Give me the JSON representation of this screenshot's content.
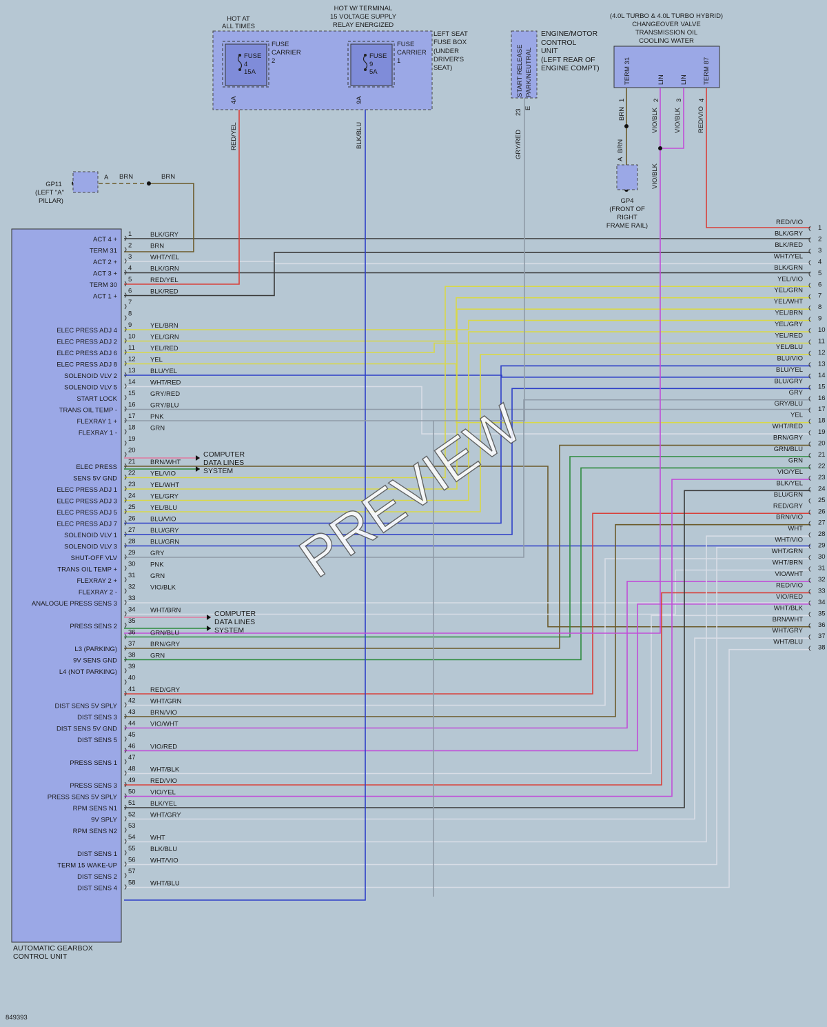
{
  "colors": {
    "background": "#b6c7d3",
    "box_fill": "#9ba8e6",
    "box_stroke": "#333333",
    "wire_colors": {
      "BLK": "#3a3a3a",
      "BRN": "#6b5a2a",
      "RED": "#d8403a",
      "WHT": "#d8dde6",
      "YEL": "#d8d84a",
      "GRN": "#2e8b3e",
      "BLU": "#2d3fc8",
      "VIO": "#c04ed8",
      "GRY": "#8f9ba8",
      "PNK": "#e07aa0"
    }
  },
  "top": {
    "hot_at_all_times": [
      "HOT AT",
      "ALL TIMES"
    ],
    "hot_w_terminal": [
      "HOT W/ TERMINAL",
      "15 VOLTAGE SUPPLY",
      "RELAY ENERGIZED"
    ],
    "fuse_box_label": [
      "LEFT SEAT",
      "FUSE BOX",
      "(UNDER",
      "DRIVER'S",
      "SEAT)"
    ],
    "fuse1": [
      "FUSE",
      "4",
      "15A"
    ],
    "fuse1_carrier": [
      "FUSE",
      "CARRIER",
      "2"
    ],
    "fuse2": [
      "FUSE",
      "9",
      "5A"
    ],
    "fuse2_carrier": [
      "FUSE",
      "CARRIER",
      "1"
    ],
    "fuse1_pin": "4A",
    "fuse2_pin": "9A",
    "fuse1_wire": "RED/YEL",
    "fuse2_wire": "BLK/BLU",
    "ecu_label": [
      "ENGINE/MOTOR",
      "CONTROL",
      "UNIT",
      "(LEFT REAR OF",
      "ENGINE COMPT)"
    ],
    "ecu_pin_text": [
      "START RELEASE",
      "PARK/NEUTRAL"
    ],
    "ecu_pin_num": "23",
    "ecu_pin_letter": "E",
    "ecu_wire": "GRY/RED",
    "valve_label": [
      "(4.0L TURBO & 4.0L TURBO HYBRID)",
      "CHANGEOVER VALVE",
      "TRANSMISSION OIL",
      "COOLING WATER"
    ],
    "valve_pins": [
      "TERM 31",
      "LIN",
      "LIN",
      "TERM 87"
    ],
    "valve_pin_nums": [
      "1",
      "2",
      "3",
      "4"
    ],
    "valve_wires": [
      "BRN",
      "VIO/BLK",
      "VIO/BLK",
      "RED/VIO"
    ],
    "valve_lower_wire": "VIO/BLK",
    "gp4_wire": "BRN",
    "gp4_letter": "A",
    "gp4": [
      "GP4",
      "(FRONT OF",
      "RIGHT",
      "FRAME RAIL)"
    ],
    "gp11": [
      "GP11",
      "(LEFT \"A\"",
      "PILLAR)"
    ],
    "gp11_letter": "A",
    "gp11_wire_a": "BRN",
    "gp11_wire_b": "BRN"
  },
  "tcu": {
    "name": [
      "AUTOMATIC GEARBOX",
      "CONTROL UNIT"
    ],
    "pins": [
      {
        "n": "1",
        "sig": "ACT 4 +",
        "wire": "BLK/GRY"
      },
      {
        "n": "2",
        "sig": "TERM 31",
        "wire": "BRN"
      },
      {
        "n": "3",
        "sig": "ACT 2 +",
        "wire": "WHT/YEL"
      },
      {
        "n": "4",
        "sig": "ACT 3 +",
        "wire": "BLK/GRN"
      },
      {
        "n": "5",
        "sig": "TERM 30",
        "wire": "RED/YEL"
      },
      {
        "n": "6",
        "sig": "ACT 1 +",
        "wire": "BLK/RED"
      },
      {
        "n": "7",
        "sig": "",
        "wire": ""
      },
      {
        "n": "8",
        "sig": "",
        "wire": ""
      },
      {
        "n": "9",
        "sig": "ELEC PRESS ADJ 4",
        "wire": "YEL/BRN"
      },
      {
        "n": "10",
        "sig": "ELEC PRESS ADJ 2",
        "wire": "YEL/GRN"
      },
      {
        "n": "11",
        "sig": "ELEC PRESS ADJ 6",
        "wire": "YEL/RED"
      },
      {
        "n": "12",
        "sig": "ELEC PRESS ADJ 8",
        "wire": "YEL"
      },
      {
        "n": "13",
        "sig": "SOLENOID VLV 2",
        "wire": "BLU/YEL"
      },
      {
        "n": "14",
        "sig": "SOLENOID VLV 5",
        "wire": "WHT/RED"
      },
      {
        "n": "15",
        "sig": "START LOCK",
        "wire": "GRY/RED"
      },
      {
        "n": "16",
        "sig": "TRANS OIL TEMP -",
        "wire": "GRY/BLU"
      },
      {
        "n": "17",
        "sig": "FLEXRAY 1 +",
        "wire": "PNK"
      },
      {
        "n": "18",
        "sig": "FLEXRAY 1 -",
        "wire": "GRN"
      },
      {
        "n": "19",
        "sig": "",
        "wire": ""
      },
      {
        "n": "20",
        "sig": "",
        "wire": ""
      },
      {
        "n": "21",
        "sig": "ELEC PRESS",
        "wire": "BRN/WHT"
      },
      {
        "n": "22",
        "sig": "SENS 5V GND",
        "wire": "YEL/VIO"
      },
      {
        "n": "23",
        "sig": "ELEC PRESS ADJ 1",
        "wire": "YEL/WHT"
      },
      {
        "n": "24",
        "sig": "ELEC PRESS ADJ 3",
        "wire": "YEL/GRY"
      },
      {
        "n": "25",
        "sig": "ELEC PRESS ADJ 5",
        "wire": "YEL/BLU"
      },
      {
        "n": "26",
        "sig": "ELEC PRESS ADJ 7",
        "wire": "BLU/VIO"
      },
      {
        "n": "27",
        "sig": "SOLENOID VLV 1",
        "wire": "BLU/GRY"
      },
      {
        "n": "28",
        "sig": "SOLENOID VLV 3",
        "wire": "BLU/GRN"
      },
      {
        "n": "29",
        "sig": "SHUT-OFF VLV",
        "wire": "GRY"
      },
      {
        "n": "30",
        "sig": "TRANS OIL TEMP +",
        "wire": "PNK"
      },
      {
        "n": "31",
        "sig": "FLEXRAY 2 +",
        "wire": "GRN"
      },
      {
        "n": "32",
        "sig": "FLEXRAY 2 -",
        "wire": "VIO/BLK"
      },
      {
        "n": "33",
        "sig": "ANALOGUE PRESS SENS 3",
        "wire": ""
      },
      {
        "n": "34",
        "sig": "",
        "wire": "WHT/BRN"
      },
      {
        "n": "35",
        "sig": "PRESS SENS 2",
        "wire": ""
      },
      {
        "n": "36",
        "sig": "",
        "wire": "GRN/BLU"
      },
      {
        "n": "37",
        "sig": "L3 (PARKING)",
        "wire": "BRN/GRY"
      },
      {
        "n": "38",
        "sig": "9V SENS GND",
        "wire": "GRN"
      },
      {
        "n": "39",
        "sig": "L4 (NOT PARKING)",
        "wire": ""
      },
      {
        "n": "40",
        "sig": "",
        "wire": ""
      },
      {
        "n": "41",
        "sig": "",
        "wire": "RED/GRY"
      },
      {
        "n": "42",
        "sig": "DIST SENS 5V SPLY",
        "wire": "WHT/GRN"
      },
      {
        "n": "43",
        "sig": "DIST SENS 3",
        "wire": "BRN/VIO"
      },
      {
        "n": "44",
        "sig": "DIST SENS 5V GND",
        "wire": "VIO/WHT"
      },
      {
        "n": "45",
        "sig": "DIST SENS 5",
        "wire": ""
      },
      {
        "n": "46",
        "sig": "",
        "wire": "VIO/RED"
      },
      {
        "n": "47",
        "sig": "PRESS SENS 1",
        "wire": ""
      },
      {
        "n": "48",
        "sig": "",
        "wire": "WHT/BLK"
      },
      {
        "n": "49",
        "sig": "PRESS SENS 3",
        "wire": "RED/VIO"
      },
      {
        "n": "50",
        "sig": "PRESS SENS 5V SPLY",
        "wire": "VIO/YEL"
      },
      {
        "n": "51",
        "sig": "RPM SENS N1",
        "wire": "BLK/YEL"
      },
      {
        "n": "52",
        "sig": "9V SPLY",
        "wire": "WHT/GRY"
      },
      {
        "n": "53",
        "sig": "RPM SENS N2",
        "wire": ""
      },
      {
        "n": "54",
        "sig": "",
        "wire": "WHT"
      },
      {
        "n": "55",
        "sig": "DIST SENS 1",
        "wire": "BLK/BLU"
      },
      {
        "n": "56",
        "sig": "TERM 15 WAKE-UP",
        "wire": "WHT/VIO"
      },
      {
        "n": "57",
        "sig": "DIST SENS 2",
        "wire": ""
      },
      {
        "n": "58",
        "sig": "DIST SENS 4",
        "wire": "WHT/BLU"
      }
    ]
  },
  "computer_data_lines": [
    "COMPUTER",
    "DATA LINES",
    "SYSTEM"
  ],
  "right_connector": {
    "pins": [
      {
        "n": "1",
        "wire": "RED/VIO"
      },
      {
        "n": "2",
        "wire": "BLK/GRY"
      },
      {
        "n": "3",
        "wire": "BLK/RED"
      },
      {
        "n": "4",
        "wire": "WHT/YEL"
      },
      {
        "n": "5",
        "wire": "BLK/GRN"
      },
      {
        "n": "6",
        "wire": "YEL/VIO"
      },
      {
        "n": "7",
        "wire": "YEL/GRN"
      },
      {
        "n": "8",
        "wire": "YEL/WHT"
      },
      {
        "n": "9",
        "wire": "YEL/BRN"
      },
      {
        "n": "10",
        "wire": "YEL/GRY"
      },
      {
        "n": "11",
        "wire": "YEL/RED"
      },
      {
        "n": "12",
        "wire": "YEL/BLU"
      },
      {
        "n": "13",
        "wire": "BLU/VIO"
      },
      {
        "n": "14",
        "wire": "BLU/YEL"
      },
      {
        "n": "15",
        "wire": "BLU/GRY"
      },
      {
        "n": "16",
        "wire": "GRY"
      },
      {
        "n": "17",
        "wire": "GRY/BLU"
      },
      {
        "n": "18",
        "wire": "YEL"
      },
      {
        "n": "19",
        "wire": "WHT/RED"
      },
      {
        "n": "20",
        "wire": "BRN/GRY"
      },
      {
        "n": "21",
        "wire": "GRN/BLU"
      },
      {
        "n": "22",
        "wire": "GRN"
      },
      {
        "n": "23",
        "wire": "VIO/YEL"
      },
      {
        "n": "24",
        "wire": "BLK/YEL"
      },
      {
        "n": "25",
        "wire": "BLU/GRN"
      },
      {
        "n": "26",
        "wire": "RED/GRY"
      },
      {
        "n": "27",
        "wire": "BRN/VIO"
      },
      {
        "n": "28",
        "wire": "WHT"
      },
      {
        "n": "29",
        "wire": "WHT/VIO"
      },
      {
        "n": "30",
        "wire": "WHT/GRN"
      },
      {
        "n": "31",
        "wire": "WHT/BRN"
      },
      {
        "n": "32",
        "wire": "VIO/WHT"
      },
      {
        "n": "33",
        "wire": "RED/VIO"
      },
      {
        "n": "34",
        "wire": "VIO/RED"
      },
      {
        "n": "35",
        "wire": "WHT/BLK"
      },
      {
        "n": "36",
        "wire": "BRN/WHT"
      },
      {
        "n": "37",
        "wire": "WHT/GRY"
      },
      {
        "n": "38",
        "wire": "WHT/BLU"
      }
    ]
  },
  "diagram_id": "849393",
  "watermark": "PREVIEW"
}
